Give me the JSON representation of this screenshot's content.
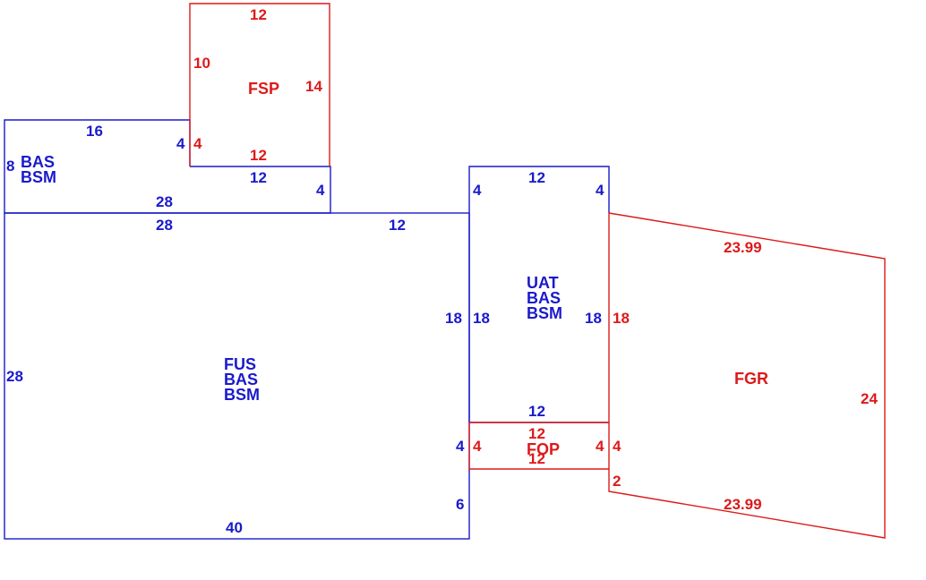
{
  "colors": {
    "blue": "#1a1acc",
    "red": "#dd1a1a"
  },
  "areas": {
    "bas_left": [
      "BAS",
      "BSM"
    ],
    "fsp": [
      "FSP"
    ],
    "fus": [
      "FUS",
      "BAS",
      "BSM"
    ],
    "uat": [
      "UAT",
      "BAS",
      "BSM"
    ],
    "fop": [
      "FOP"
    ],
    "fgr": [
      "FGR"
    ]
  },
  "dims": {
    "bas_top": "16",
    "bas_left": "8",
    "bas_right": "4",
    "bas_bottom": "28",
    "fsp_top": "12",
    "fsp_left": "10",
    "fsp_right": "14",
    "fsp_left_low": "4",
    "fsp_bottom": "12",
    "ext_bottom": "12",
    "ext_right": "4",
    "fus_top_left": "28",
    "fus_top_right": "12",
    "fus_left": "28",
    "fus_bottom": "40",
    "fus_right": "18",
    "fus_right_low": "4",
    "fus_right_bottom": "6",
    "uat_top": "12",
    "uat_left_top": "4",
    "uat_right_top": "4",
    "uat_left": "18",
    "uat_right": "18",
    "uat_bottom": "12",
    "fop_top": "12",
    "fop_bottom": "12",
    "fop_left": "4",
    "fop_right": "4",
    "fgr_left": "18",
    "fgr_left_low": "4",
    "fgr_left_bottom": "2",
    "fgr_top": "23.99",
    "fgr_bottom": "23.99",
    "fgr_right": "24"
  }
}
